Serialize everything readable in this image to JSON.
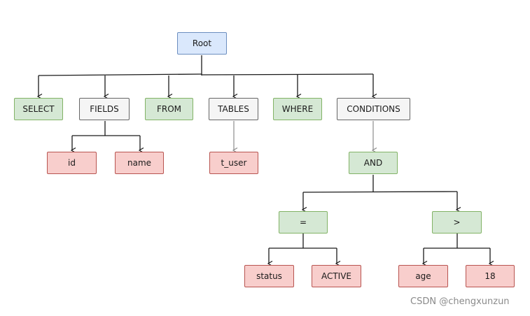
{
  "nodes": {
    "root": "Root",
    "select": "SELECT",
    "fields": "FIELDS",
    "from": "FROM",
    "tables": "TABLES",
    "where": "WHERE",
    "conditions": "CONDITIONS",
    "id": "id",
    "name": "name",
    "t_user": "t_user",
    "and": "AND",
    "eq": "=",
    "gt": ">",
    "status": "status",
    "active": "ACTIVE",
    "age": "age",
    "eighteen": "18"
  },
  "colors": {
    "root_fill": "#dae8fc",
    "root_stroke": "#6c8ebf",
    "keyword_fill": "#d5e8d4",
    "keyword_stroke": "#82b366",
    "category_fill": "#f5f5f5",
    "category_stroke": "#666666",
    "value_fill": "#f8cecc",
    "value_stroke": "#b85450",
    "edge_dark": "#1a1a1a",
    "edge_light": "#8c8c8c"
  },
  "watermark": "CSDN @chengxunzun"
}
